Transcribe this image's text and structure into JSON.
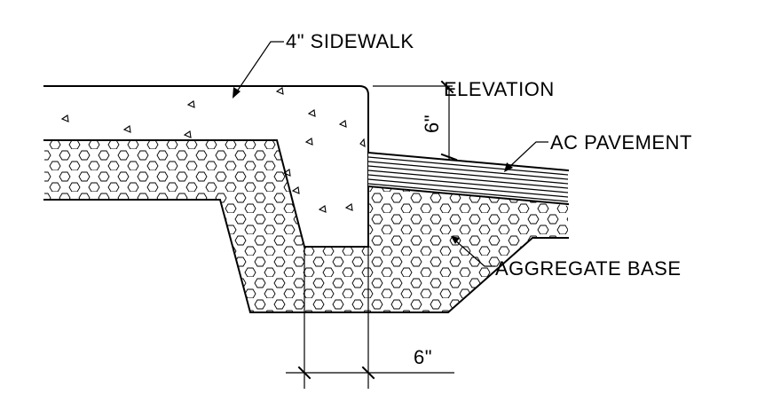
{
  "labels": {
    "sidewalk": "4\" SIDEWALK",
    "elevation": "ELEVATION",
    "ac_pavement": "AC PAVEMENT",
    "aggregate_base": "AGGREGATE BASE",
    "dim_vertical": "6\"",
    "dim_horizontal": "6\""
  },
  "colors": {
    "ink": "#000000",
    "background": "#ffffff"
  }
}
